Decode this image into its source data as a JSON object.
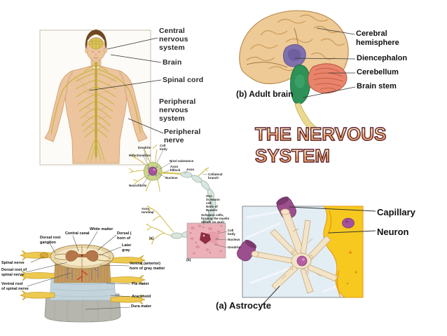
{
  "title": {
    "line1": "THE NERVOUS",
    "line2": "SYSTEM"
  },
  "colors": {
    "title_fill_orange": "#f0a055",
    "title_outline": "#5e2333",
    "skin": "#ecc49e",
    "nerve_yellow": "#c6b53b",
    "brain_tan": "#eeca96",
    "diencephalon_purple": "#8071ae",
    "brainstem_green": "#2e9158",
    "cerebellum_red": "#e8846b",
    "myelin_pale": "#d8e6dd",
    "nucleus_purple": "#a5519d",
    "astrocyte_bg_blue": "#e3edf4",
    "neuron_yellow": "#f7c91f",
    "capillary_purple": "#9b4f8e"
  },
  "body": {
    "labels": {
      "cns": "Central\nnervous\nsystem",
      "brain": "Brain",
      "spinal_cord": "Spinal cord",
      "pns": "Peripheral\nnervous\nsystem",
      "peripheral_nerve": "Peripheral\nnerve"
    }
  },
  "brain": {
    "labels": {
      "cerebral_hemisphere": "Cerebral\nhemisphere",
      "diencephalon": "Diencephalon",
      "cerebellum": "Cerebellum",
      "brain_stem": "Brain stem"
    },
    "caption": "(b) Adult brain"
  },
  "neuron": {
    "labels": {
      "dendrite": "Dendrite",
      "cell_body": "Cell\nbody",
      "mitochondrion": "Mitochondrion",
      "nissl": "Nissl substance",
      "axon_hillock": "Axon\nhillock",
      "axon": "Axon",
      "nucleus": "Nucleus",
      "neurofibrils": "Neurofibrils",
      "collateral": "Collateral\nbranch",
      "one_schwann": "One\nSchwann\ncell",
      "node_of_ranvier": "Node of\nRanvier",
      "schwann_cells": "Schwann cells,\nforming the myelin\nsheath on axon",
      "axon_terminal": "Axon\nterminal",
      "caption_a": "(a)",
      "inset_cell_body": "Cell\nbody",
      "inset_nucleus": "Nucleus",
      "inset_dendrite": "Dendrite",
      "caption_b": "(b)"
    }
  },
  "spinal": {
    "labels": {
      "dorsal_root_ganglion": "Dorsal root\nganglion",
      "central_canal": "Central canal",
      "white_matter": "White matter",
      "dorsal_horn": "Dorsal (\nhorn of",
      "lateral_gray": "Later\ngray",
      "spinal_nerve": "Spinal nerve",
      "dorsal_root": "Dorsal root of\nspinal nerve",
      "ventral_root": "Ventral root\nof spinal nerve",
      "ventral_horn": "Ventral (anterior)\nhorn of gray matter",
      "pia_mater": "Pia mater",
      "arachnoid": "Arachnoid",
      "dura_mater": "Dura mater"
    }
  },
  "astrocyte": {
    "labels": {
      "capillary": "Capillary",
      "neuron": "Neuron"
    },
    "caption": "(a) Astrocyte"
  }
}
